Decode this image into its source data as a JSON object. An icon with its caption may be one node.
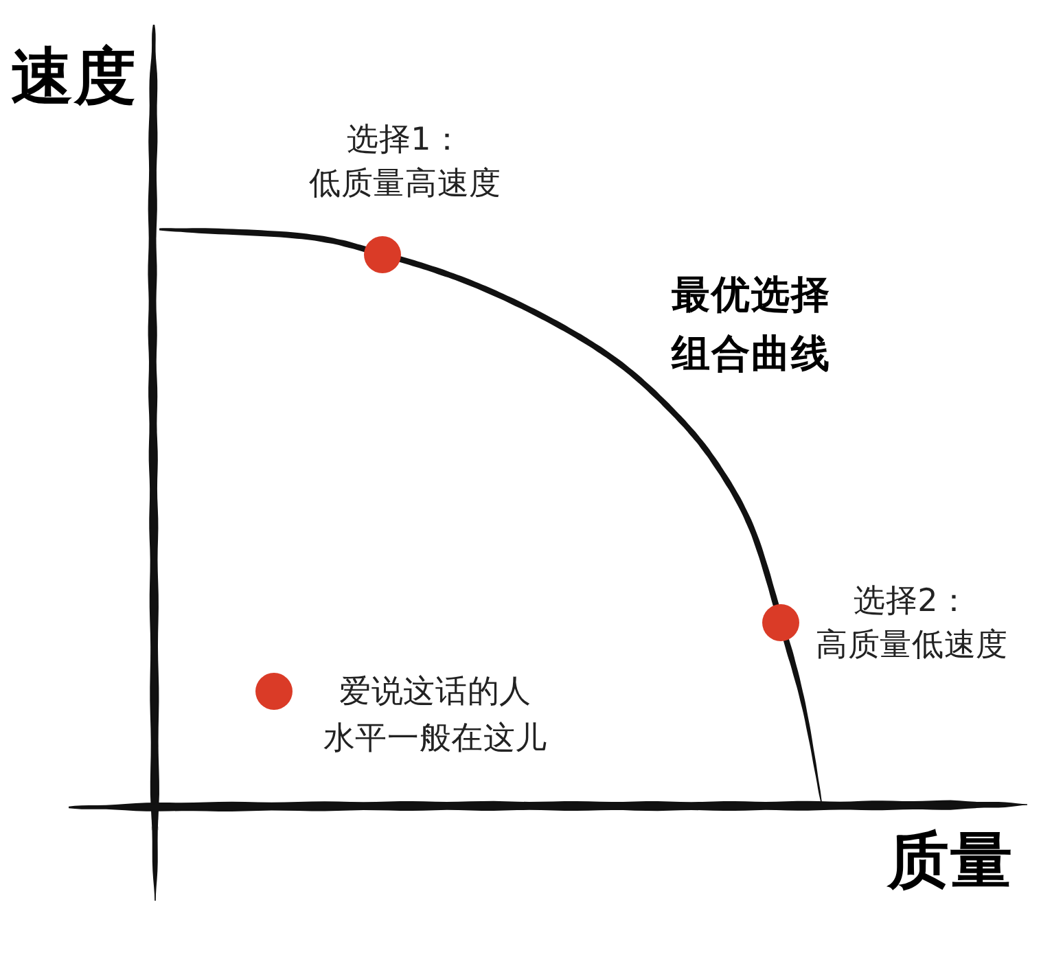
{
  "diagram": {
    "nodes": [
      {
        "text": [],
        "shape": "circle",
        "beside": [
          "选择1：",
          "低质量高速度"
        ]
      },
      {
        "text": [],
        "shape": "circle",
        "beside": [
          "选择2：",
          "高质量低速度"
        ]
      },
      {
        "text": [],
        "shape": "circle",
        "beside": [
          "爱说这话的人水平一般在这儿"
        ]
      }
    ],
    "labels": [
      "速度",
      "最优选择组合曲线",
      "质量"
    ]
  }
}
